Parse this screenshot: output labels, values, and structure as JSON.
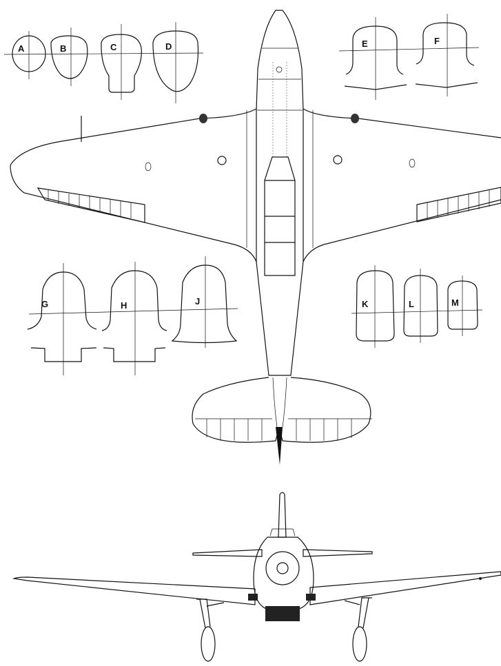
{
  "sections_upper": [
    "A",
    "B",
    "C",
    "D",
    "E",
    "F"
  ],
  "sections_lower": [
    "G",
    "H",
    "J",
    "K",
    "L",
    "M"
  ],
  "colors": {
    "ink": "#111111",
    "background": "#ffffff"
  }
}
